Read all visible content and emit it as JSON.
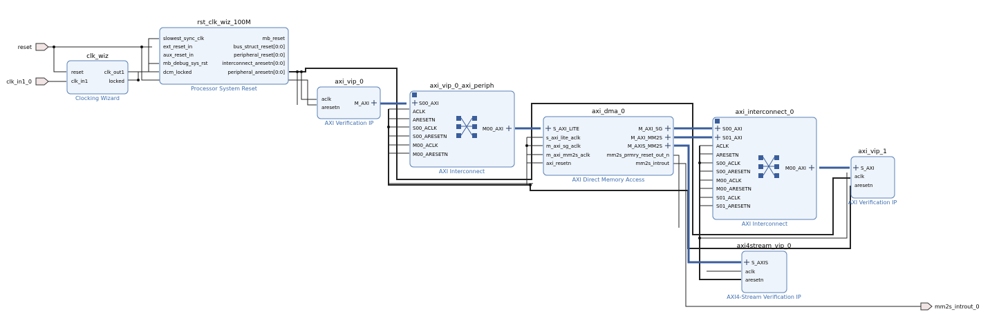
{
  "ports": {
    "reset": "reset",
    "clk_in1_0": "clk_in1_0",
    "mm2s_introut_0": "mm2s_introut_0"
  },
  "clk_wiz": {
    "name": "clk_wiz",
    "subtitle": "Clocking Wizard",
    "inputs": [
      "reset",
      "clk_in1"
    ],
    "outputs": [
      "clk_out1",
      "locked"
    ]
  },
  "rst": {
    "name": "rst_clk_wiz_100M",
    "subtitle": "Processor System Reset",
    "inputs": [
      "slowest_sync_clk",
      "ext_reset_in",
      "aux_reset_in",
      "mb_debug_sys_rst",
      "dcm_locked"
    ],
    "outputs": [
      "mb_reset",
      "bus_struct_reset[0:0]",
      "peripheral_reset[0:0]",
      "interconnect_aresetn[0:0]",
      "peripheral_aresetn[0:0]"
    ]
  },
  "axi_vip_0": {
    "name": "axi_vip_0",
    "subtitle": "AXI Verification IP",
    "inputs": [
      "aclk",
      "aresetn"
    ],
    "output": "M_AXI"
  },
  "periph": {
    "name": "axi_vip_0_axi_periph",
    "subtitle": "AXI Interconnect",
    "inputs": [
      "S00_AXI",
      "ACLK",
      "ARESETN",
      "S00_ACLK",
      "S00_ARESETN",
      "M00_ACLK",
      "M00_ARESETN"
    ],
    "output": "M00_AXI"
  },
  "dma": {
    "name": "axi_dma_0",
    "subtitle": "AXI Direct Memory Access",
    "inputs": [
      "S_AXI_LITE",
      "s_axi_lite_aclk",
      "m_axi_sg_aclk",
      "m_axi_mm2s_aclk",
      "axi_resetn"
    ],
    "outputs": [
      "M_AXI_SG",
      "M_AXI_MM2S",
      "M_AXIS_MM2S",
      "mm2s_prmry_reset_out_n",
      "mm2s_introut"
    ]
  },
  "ic": {
    "name": "axi_interconnect_0",
    "subtitle": "AXI Interconnect",
    "inputs": [
      "S00_AXI",
      "S01_AXI",
      "ACLK",
      "ARESETN",
      "S00_ACLK",
      "S00_ARESETN",
      "M00_ACLK",
      "M00_ARESETN",
      "S01_ACLK",
      "S01_ARESETN"
    ],
    "output": "M00_AXI"
  },
  "axi_vip_1": {
    "name": "axi_vip_1",
    "subtitle": "AXI Verification IP",
    "inputs": [
      "S_AXI",
      "aclk",
      "aresetn"
    ]
  },
  "axis_vip": {
    "name": "axi4stream_vip_0",
    "subtitle": "AXI4-Stream Verification IP",
    "inputs": [
      "S_AXIS",
      "aclk",
      "aresetn"
    ]
  },
  "colors": {
    "block_fill": "#eef4fb",
    "block_border": "#5a82b8",
    "subtitle": "#3c6db0",
    "bus": "#3a5e9c"
  }
}
